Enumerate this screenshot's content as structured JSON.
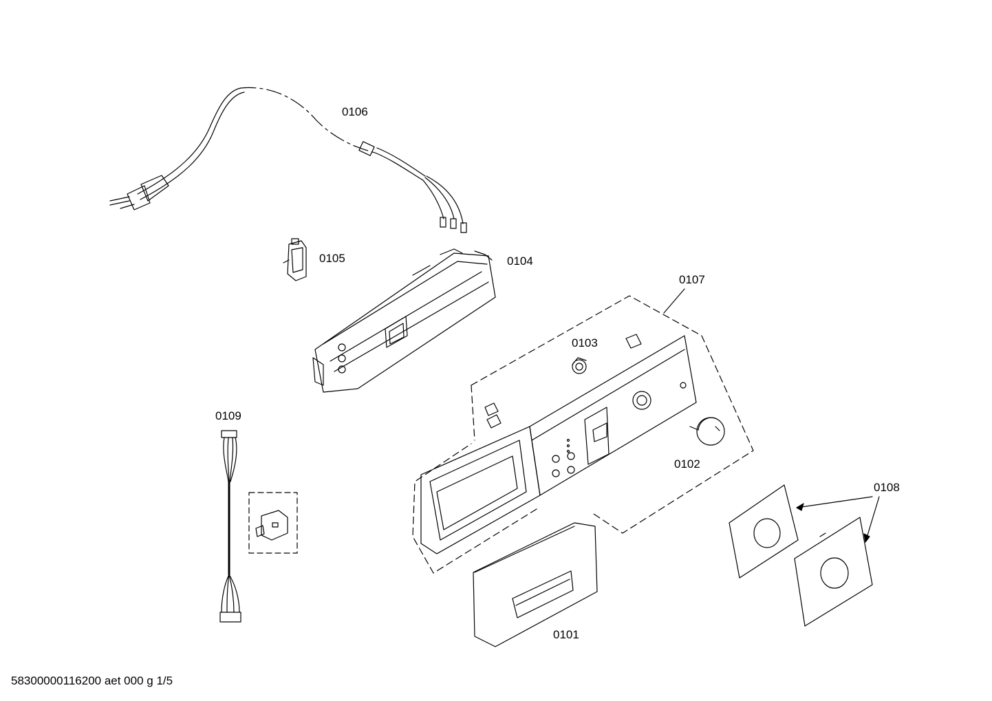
{
  "footer": {
    "document_code": "58300000116200 aet 000 g 1/5"
  },
  "parts": {
    "p0101": "0101",
    "p0102": "0102",
    "p0103": "0103",
    "p0104": "0104",
    "p0105": "0105",
    "p0106": "0106",
    "p0107": "0107",
    "p0108": "0108",
    "p0109": "0109"
  }
}
